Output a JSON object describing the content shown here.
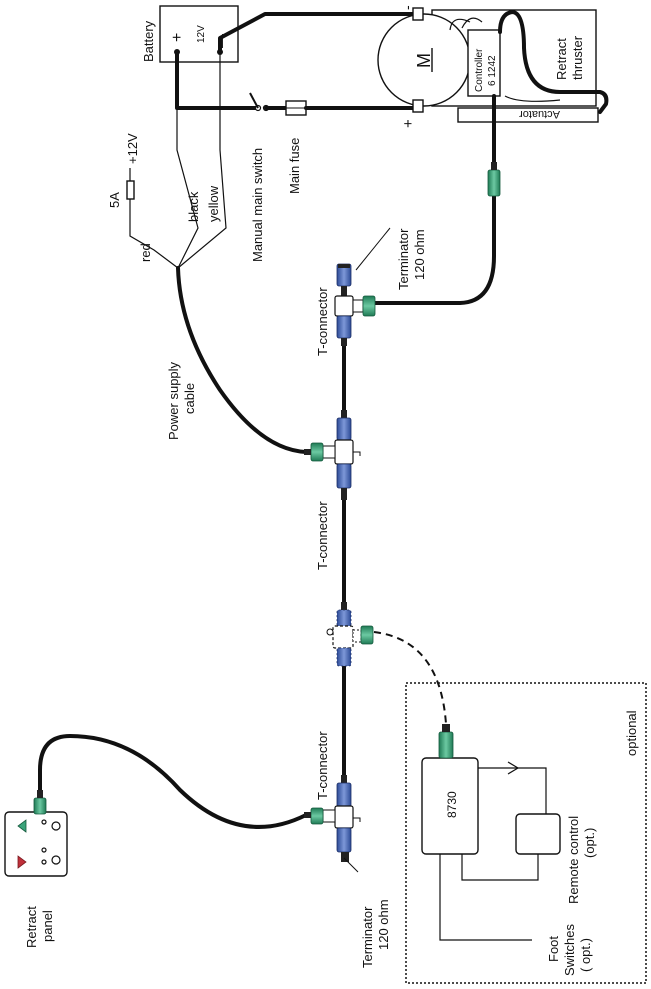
{
  "labels": {
    "battery": "Battery",
    "battery_voltage": "12V",
    "battery_plus": "+",
    "battery_minus": "—",
    "motor": "M",
    "motor_minus": "-",
    "motor_plus": "+",
    "controller": "Controller",
    "controller_number": "6 1242",
    "retract": "Retract",
    "thruster": "thruster",
    "actuator": "Actuator",
    "manual_main_switch": "Manual main switch",
    "main_fuse": "Main fuse",
    "fuse_5a": "5A",
    "plus_12v": "+12V",
    "wire_red": "red",
    "wire_black": "black",
    "wire_yellow": "yellow",
    "terminator_top_1": "Terminator",
    "terminator_top_2": "120 ohm",
    "t_connector_1": "T-connector",
    "t_connector_2": "T-connector",
    "t_connector_3": "T-connector",
    "power_supply_1": "Power supply",
    "power_supply_2": "cable",
    "terminator_bottom_1": "Terminator",
    "terminator_bottom_2": "120 ohm",
    "retract_panel_1": "Retract",
    "retract_panel_2": "panel",
    "unit_8730": "8730",
    "remote_control_1": "Remote control",
    "remote_control_2": "(opt.)",
    "foot_1": "Foot",
    "foot_2": "Switches",
    "foot_3": "( opt.)",
    "optional": "optional"
  },
  "colors": {
    "wire": "#111111",
    "connector_blue": "#3f5fae",
    "connector_green": "#2f9a72",
    "panel_up_arrow": "#3aa37a",
    "panel_down_arrow": "#c0303a"
  },
  "icons": {
    "panel_up": "triangle-up-icon",
    "panel_down": "triangle-down-icon"
  }
}
